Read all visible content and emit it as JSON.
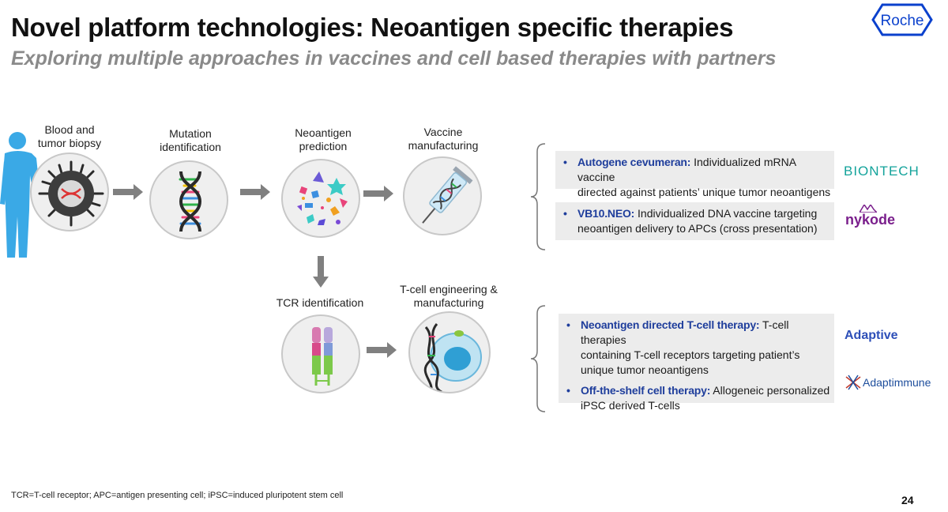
{
  "title": "Novel platform technologies: Neoantigen specific therapies",
  "subtitle": "Exploring multiple approaches in vaccines and cell based therapies with partners",
  "logo_text": "Roche",
  "steps": {
    "blood": [
      "Blood and",
      "tumor biopsy"
    ],
    "mutation": [
      "Mutation",
      "identification"
    ],
    "neoantigen": [
      "Neoantigen",
      "prediction"
    ],
    "vaccine": [
      "Vaccine",
      "manufacturing"
    ],
    "tcr": [
      "TCR identification"
    ],
    "tcell": [
      "T-cell engineering &",
      "manufacturing"
    ]
  },
  "vaccine_items": [
    {
      "keyword": "Autogene cevumeran:",
      "line1": " Individualized mRNA vaccine",
      "line2": "directed against patients’ unique tumor neoantigens"
    },
    {
      "keyword": "VB10.NEO:",
      "line1": " Individualized DNA vaccine targeting",
      "line2": "neoantigen delivery to APCs (cross presentation)"
    }
  ],
  "cell_items": [
    {
      "keyword": "Neoantigen directed T-cell therapy:",
      "line1": " T-cell therapies",
      "line2": "containing T-cell receptors targeting patient’s",
      "line3": "unique tumor neoantigens"
    },
    {
      "keyword": "Off-the-shelf cell therapy:",
      "line1": " Allogeneic personalized",
      "line2": "iPSC derived T-cells"
    }
  ],
  "partners": {
    "biontech": "BIONTECH",
    "nykode": "nykode",
    "adaptive": "Adaptive",
    "adaptimmune": "Adaptimmune"
  },
  "colors": {
    "accent_blue": "#1f3e9c",
    "roche_blue": "#0b41cd",
    "figure_blue": "#3aa9e6",
    "biontech_teal": "#13a39b",
    "nykode_purple": "#7a1f8c",
    "adaptive_blue": "#2d4fb8",
    "adaptimmune_blue": "#1d4d9c",
    "arrow_gray": "#808080"
  },
  "footnote": "TCR=T-cell receptor; APC=antigen presenting cell; iPSC=induced pluripotent stem cell",
  "page_number": "24"
}
